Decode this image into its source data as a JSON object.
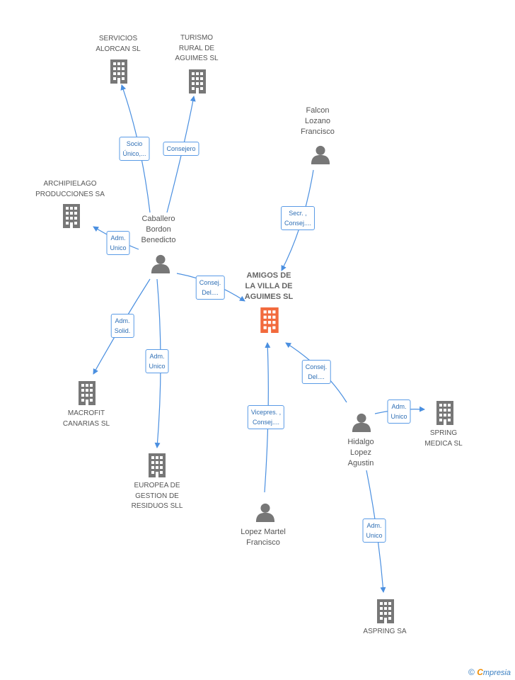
{
  "nodes": {
    "amigos": {
      "label": "AMIGOS DE\nLA VILLA DE\nAGUIMES SL",
      "type": "company-main"
    },
    "servicios": {
      "label": "SERVICIOS\nALORCAN SL",
      "type": "company"
    },
    "turismo": {
      "label": "TURISMO\nRURAL DE\nAGUIMES SL",
      "type": "company"
    },
    "archipielago": {
      "label": "ARCHIPIELAGO\nPRODUCCIONES SA",
      "type": "company"
    },
    "macrofit": {
      "label": "MACROFIT\nCANARIAS  SL",
      "type": "company"
    },
    "europea": {
      "label": "EUROPEA DE\nGESTION DE\nRESIDUOS SLL",
      "type": "company"
    },
    "spring": {
      "label": "SPRING\nMEDICA  SL",
      "type": "company"
    },
    "aspring": {
      "label": "ASPRING SA",
      "type": "company"
    },
    "caballero": {
      "label": "Caballero\nBordon\nBenedicto",
      "type": "person"
    },
    "falcon": {
      "label": "Falcon\nLozano\nFrancisco",
      "type": "person"
    },
    "hidalgo": {
      "label": "Hidalgo\nLopez\nAgustin",
      "type": "person"
    },
    "lopez": {
      "label": "Lopez Martel\nFrancisco",
      "type": "person"
    }
  },
  "edges": {
    "socio": "Socio\nÚnico,...",
    "consejero": "Consejero",
    "adm_unico_arch": "Adm.\nUnico",
    "consej_del_cab": "Consej.\nDel....",
    "adm_solid": "Adm.\nSolid.",
    "adm_unico_eur": "Adm.\nUnico",
    "secr": "Secr. ,\nConsej....",
    "consej_del_hid": "Consej.\nDel....",
    "vicepres": "Vicepres. ,\nConsej....",
    "adm_unico_spring": "Adm.\nUnico",
    "adm_unico_aspring": "Adm.\nUnico"
  },
  "footer": {
    "copyright": "©",
    "brand_e": "C",
    "brand_rest": "mpresia"
  },
  "colors": {
    "main_company": "#f26a3d",
    "node": "#777777",
    "edge": "#4a8fe0"
  }
}
